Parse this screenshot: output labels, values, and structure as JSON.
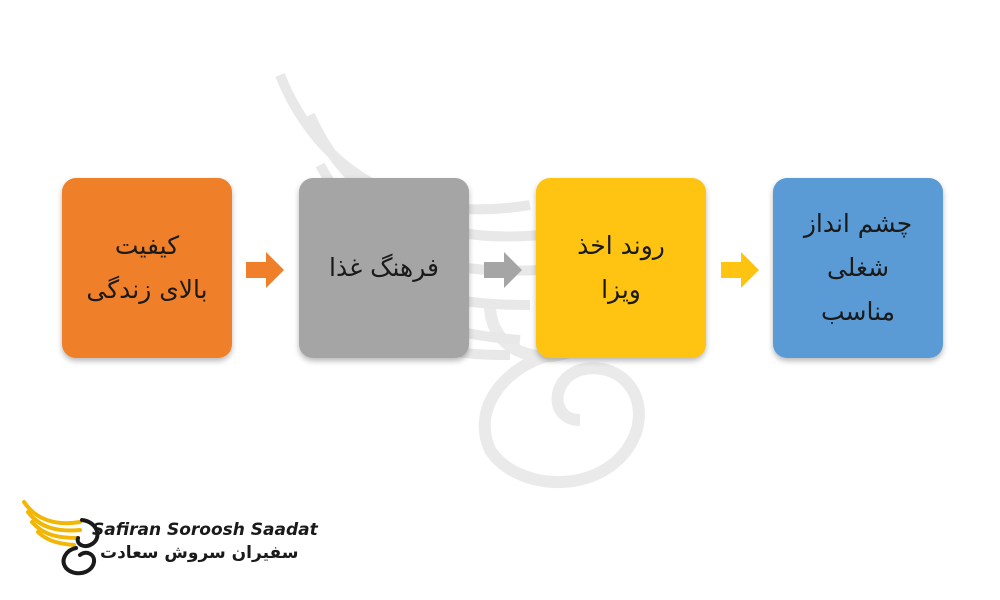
{
  "diagram": {
    "nodes": [
      {
        "lines": [
          "کیفیت",
          "بالای زندگی"
        ],
        "color": "#f07f2a"
      },
      {
        "lines": [
          "فرهنگ غذا"
        ],
        "color": "#a5a5a5"
      },
      {
        "lines": [
          "روند اخذ",
          "ویزا"
        ],
        "color": "#ffc411"
      },
      {
        "lines": [
          "چشم انداز",
          "شغلی",
          "مناسب"
        ],
        "color": "#5b9bd5"
      }
    ],
    "arrows": [
      {
        "color": "#f07f2a"
      },
      {
        "color": "#a5a5a5"
      },
      {
        "color": "#ffc411"
      }
    ]
  },
  "logo": {
    "name_en": "Safiran Soroosh Saadat",
    "name_fa": "سفیران سروش سعادت"
  }
}
